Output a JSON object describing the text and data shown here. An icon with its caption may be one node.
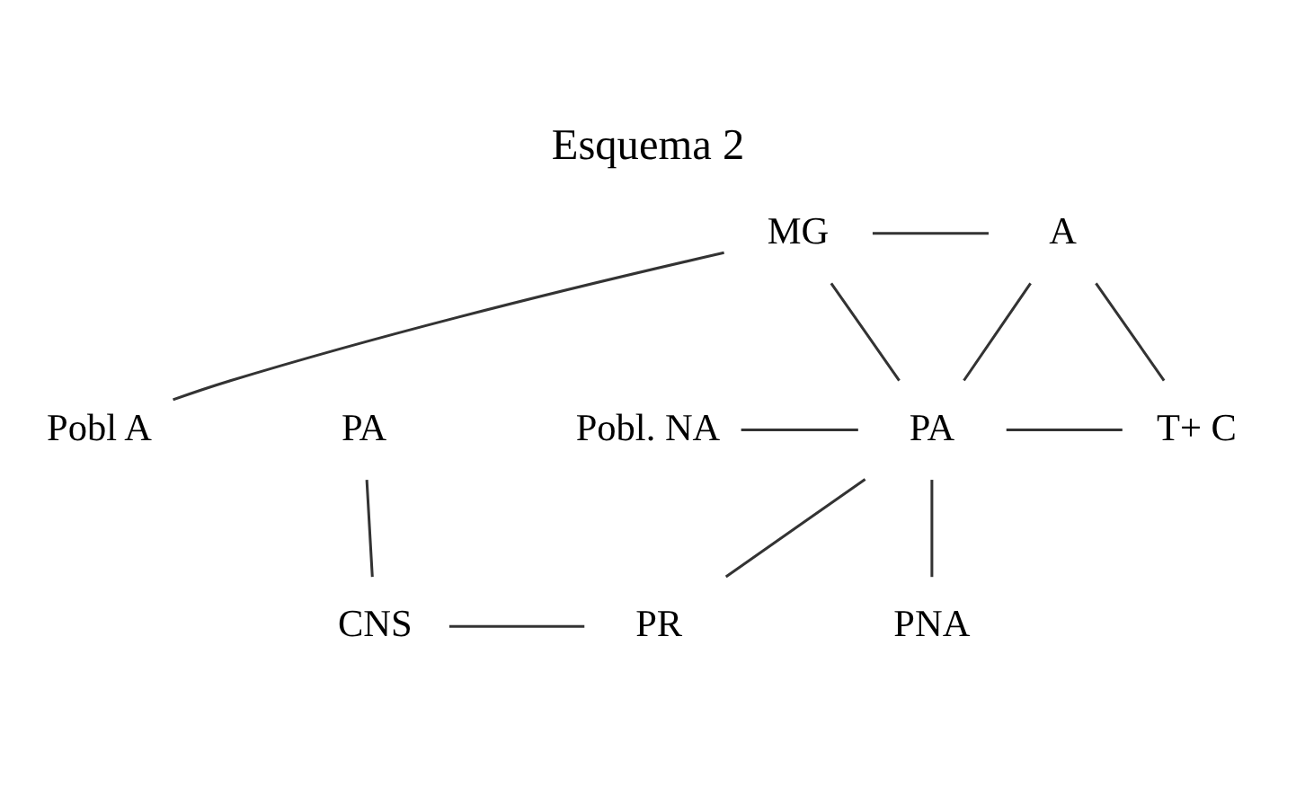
{
  "diagram": {
    "title": "Esquema 2",
    "nodes": [
      {
        "text": [
          "MG"
        ]
      },
      {
        "text": [
          "A"
        ]
      },
      {
        "text": [
          "Pobl A"
        ]
      },
      {
        "text": [
          "Pobl. NA"
        ]
      },
      {
        "text": [
          "PA"
        ]
      },
      {
        "text": [
          "T+ C"
        ]
      },
      {
        "text": [
          "PA"
        ]
      },
      {
        "text": [
          "CNS"
        ]
      },
      {
        "text": [
          "PR"
        ]
      },
      {
        "text": [
          "PNA"
        ]
      }
    ],
    "edges": [
      {
        "from": 0,
        "to": 1,
        "arrow": "none"
      },
      {
        "from": 0,
        "to": 2,
        "arrow": "none"
      },
      {
        "from": 0,
        "to": 4,
        "arrow": "none"
      },
      {
        "from": 1,
        "to": 4,
        "arrow": "none"
      },
      {
        "from": 1,
        "to": 5,
        "arrow": "none"
      },
      {
        "from": 3,
        "to": 4,
        "arrow": "none"
      },
      {
        "from": 4,
        "to": 5,
        "arrow": "none"
      },
      {
        "from": 4,
        "to": 8,
        "arrow": "none"
      },
      {
        "from": 4,
        "to": 9,
        "arrow": "none"
      },
      {
        "from": 6,
        "to": 7,
        "arrow": "none"
      },
      {
        "from": 7,
        "to": 8,
        "arrow": "none"
      }
    ]
  }
}
